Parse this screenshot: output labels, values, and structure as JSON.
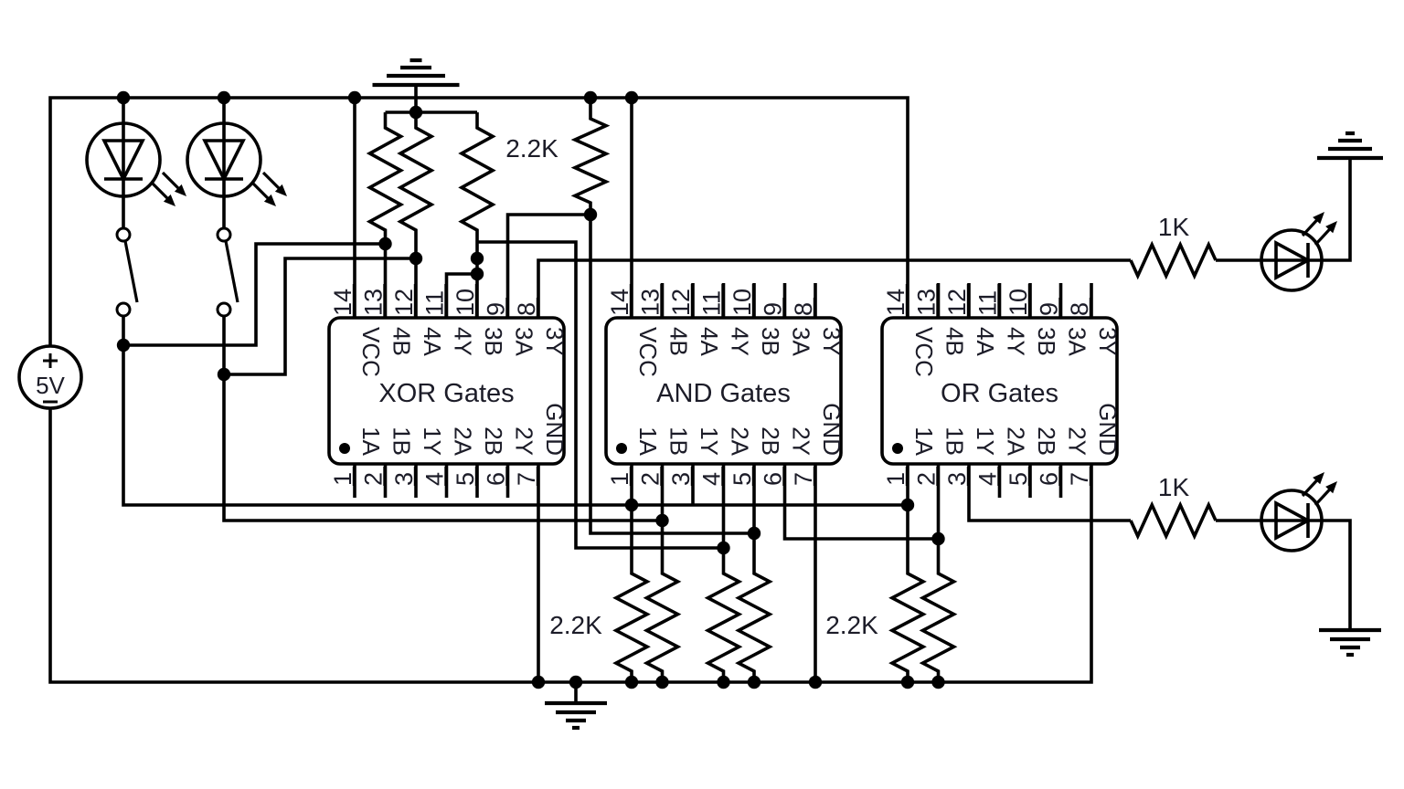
{
  "power_source": {
    "label": "5V",
    "plus_sign": "+",
    "minus_sign": "−"
  },
  "resistor_labels": {
    "top_pull_group": "2.2K",
    "and_pulldown_group": "2.2K",
    "or_pulldown_group": "2.2K",
    "top_led_series": "1K",
    "bottom_led_series": "1K"
  },
  "chips": [
    {
      "name": "XOR Gates",
      "top_pins": [
        [
          "14",
          "VCC"
        ],
        [
          "13",
          "4B"
        ],
        [
          "12",
          "4A"
        ],
        [
          "11",
          "4Y"
        ],
        [
          "10",
          "3B"
        ],
        [
          "9",
          "3A"
        ],
        [
          "8",
          "3Y"
        ]
      ],
      "bottom_pins": [
        [
          "1",
          "1A"
        ],
        [
          "2",
          "1B"
        ],
        [
          "3",
          "1Y"
        ],
        [
          "4",
          "2A"
        ],
        [
          "5",
          "2B"
        ],
        [
          "6",
          "2Y"
        ],
        [
          "7",
          "GND"
        ]
      ]
    },
    {
      "name": "AND Gates",
      "top_pins": [
        [
          "14",
          "VCC"
        ],
        [
          "13",
          "4B"
        ],
        [
          "12",
          "4A"
        ],
        [
          "11",
          "4Y"
        ],
        [
          "10",
          "3B"
        ],
        [
          "9",
          "3A"
        ],
        [
          "8",
          "3Y"
        ]
      ],
      "bottom_pins": [
        [
          "1",
          "1A"
        ],
        [
          "2",
          "1B"
        ],
        [
          "3",
          "1Y"
        ],
        [
          "4",
          "2A"
        ],
        [
          "5",
          "2B"
        ],
        [
          "6",
          "2Y"
        ],
        [
          "7",
          "GND"
        ]
      ]
    },
    {
      "name": "OR Gates",
      "top_pins": [
        [
          "14",
          "VCC"
        ],
        [
          "13",
          "4B"
        ],
        [
          "12",
          "4A"
        ],
        [
          "11",
          "4Y"
        ],
        [
          "10",
          "3B"
        ],
        [
          "9",
          "3A"
        ],
        [
          "8",
          "3Y"
        ]
      ],
      "bottom_pins": [
        [
          "1",
          "1A"
        ],
        [
          "2",
          "1B"
        ],
        [
          "3",
          "1Y"
        ],
        [
          "4",
          "2A"
        ],
        [
          "5",
          "2B"
        ],
        [
          "6",
          "2Y"
        ],
        [
          "7",
          "GND"
        ]
      ]
    }
  ]
}
